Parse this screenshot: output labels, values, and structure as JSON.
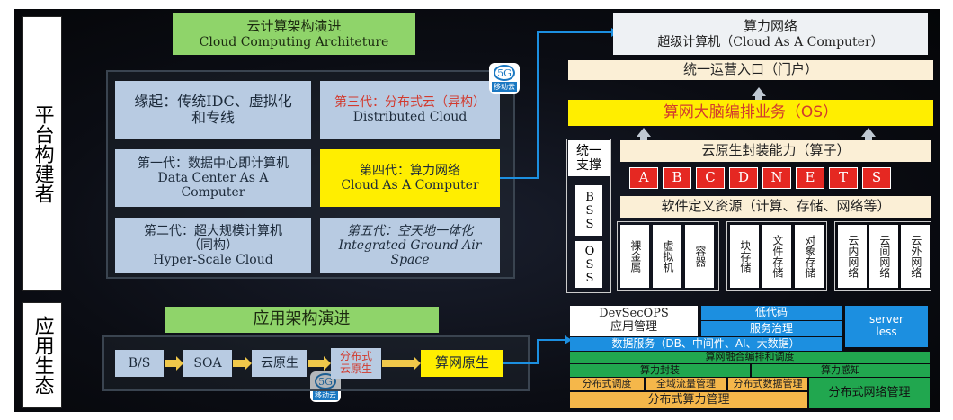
{
  "side_labels": {
    "platform": "平台构建者",
    "app": "应用生态"
  },
  "cloud_arch": {
    "title_cn": "云计算架构演进",
    "title_en": "Cloud Computing Architeture",
    "gens": {
      "origin": [
        "缘起：传统IDC、虚拟化",
        "和专线"
      ],
      "third": [
        "第三代：分布式云（异构）",
        "Distributed Cloud"
      ],
      "first": [
        "第一代：数据中心即计算机",
        "Data Center As A",
        "Computer"
      ],
      "fourth": [
        "第四代：算力网络",
        "Cloud As A Computer"
      ],
      "second": [
        "第二代：超大规模计算机",
        "（同构）",
        "Hyper-Scale Cloud"
      ],
      "fifth": [
        "第五代：空天地一体化",
        "Integrated Ground Air",
        "Space"
      ]
    }
  },
  "logo": {
    "top": "5G",
    "bottom": "移动云"
  },
  "app_arch": {
    "title": "应用架构演进",
    "flow": [
      "B/S",
      "SOA",
      "云原生",
      "分布式\n云原生",
      "算网原生"
    ]
  },
  "stack": {
    "top": [
      "算力网络",
      "超级计算机（Cloud As A Computer）"
    ],
    "portal": "统一运营入口（门户）",
    "brain": "算网大脑编排业务（OS）",
    "support": [
      "统一",
      "支撑"
    ],
    "bss": "BSS",
    "oss": "OSS",
    "cloud_native": "云原生封装能力（算子）",
    "letters": [
      "A",
      "B",
      "C",
      "D",
      "N",
      "E",
      "T",
      "S"
    ],
    "sdr": "软件定义资源（计算、存储、网络等）",
    "compute": [
      "裸金属",
      "虚拟机",
      "容器"
    ],
    "storage": [
      "块存储",
      "文件存储",
      "对象存储"
    ],
    "network": [
      "云内网络",
      "云间网络",
      "云外网络"
    ],
    "devsecops": [
      "DevSecOPS",
      "应用管理"
    ],
    "lowcode": "低代码",
    "service_gov": "服务治理",
    "serverless": [
      "server",
      "less"
    ],
    "data_service": "数据服务（DB、中间件、AI、大数据）",
    "fusion": "算网融合编排和调度",
    "compute_pkg": "算力封装",
    "compute_sense": "算力感知",
    "dist_sched": "分布式调度",
    "flow_mgmt": "全域流量管理",
    "data_mgmt": "分布式数据管理",
    "dist_compute_mgmt": "分布式算力管理",
    "dist_net_mgmt": "分布式网络管理"
  },
  "colors": {
    "green_title": "#8fd46a",
    "gen_box": "#b8cbe2",
    "highlight": "#ffee00",
    "letter_red": "#e52822",
    "blue": "#1c8fe0",
    "green_bar": "#21a74f",
    "orange": "#f5b74a",
    "cream": "#fbefd6"
  }
}
